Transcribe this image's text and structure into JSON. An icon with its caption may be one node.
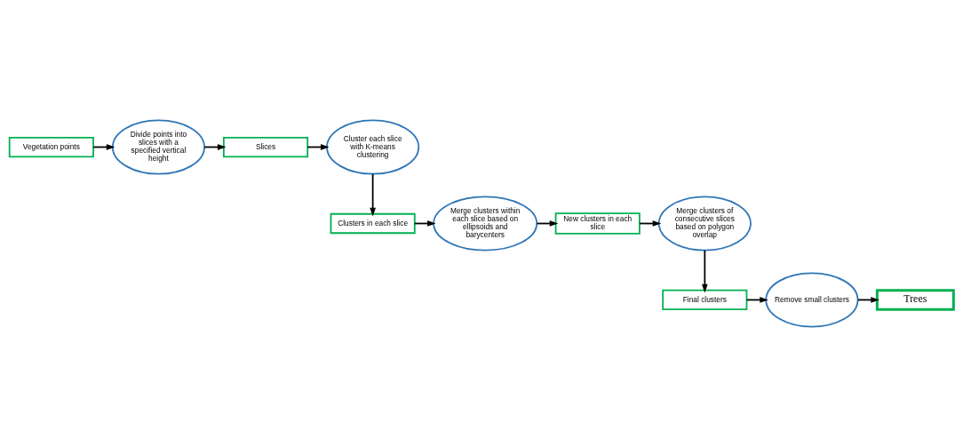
{
  "diagram": {
    "nodes": [
      {
        "text": [
          "Vegetation points"
        ]
      },
      {
        "text": [
          "Divide points into slices with a specified vertical height"
        ]
      },
      {
        "text": [
          "Slices"
        ]
      },
      {
        "text": [
          "Cluster each slice with K-means clustering"
        ]
      },
      {
        "text": [
          "Clusters in each slice"
        ]
      },
      {
        "text": [
          "Merge clusters within each slice based on ellipsoids and barycenters"
        ]
      },
      {
        "text": [
          "New clusters in each slice"
        ]
      },
      {
        "text": [
          "Merge clusters of consecutive slices based on polygon overlap"
        ]
      },
      {
        "text": [
          "Final clusters"
        ]
      },
      {
        "text": [
          "Remove small clusters"
        ]
      },
      {
        "text": [
          "Trees"
        ]
      }
    ],
    "edges": [
      {
        "from": 0,
        "to": 1,
        "arrow": "to"
      },
      {
        "from": 1,
        "to": 2,
        "arrow": "to"
      },
      {
        "from": 2,
        "to": 3,
        "arrow": "to"
      },
      {
        "from": 3,
        "to": 4,
        "arrow": "to"
      },
      {
        "from": 4,
        "to": 5,
        "arrow": "to"
      },
      {
        "from": 5,
        "to": 6,
        "arrow": "to"
      },
      {
        "from": 6,
        "to": 7,
        "arrow": "to"
      },
      {
        "from": 7,
        "to": 8,
        "arrow": "to"
      },
      {
        "from": 8,
        "to": 9,
        "arrow": "to"
      },
      {
        "from": 9,
        "to": 10,
        "arrow": "to"
      }
    ]
  }
}
